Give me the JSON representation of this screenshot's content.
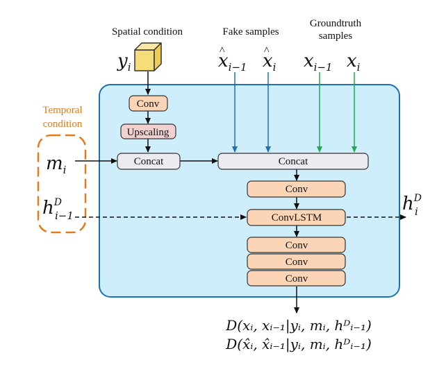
{
  "labels": {
    "spatial_condition": "Spatial condition",
    "fake_samples": "Fake samples",
    "groundtruth_line1": "Groundtruth",
    "groundtruth_line2": "samples",
    "temporal_line1": "Temporal",
    "temporal_line2": "condition"
  },
  "symbols": {
    "y": "y",
    "y_sub": "i",
    "xhat_im1": "x",
    "xhat_im1_sub": "i−1",
    "xhat_i": "x",
    "xhat_i_sub": "i",
    "x_im1": "x",
    "x_im1_sub": "i−1",
    "x_i": "x",
    "x_i_sub": "i",
    "m": "m",
    "m_sub": "i",
    "h": "h",
    "h_sup": "D",
    "h_sub": "i−1",
    "hout": "h",
    "hout_sup": "D",
    "hout_sub": "i"
  },
  "blocks": {
    "conv_top": "Conv",
    "upscaling": "Upscaling",
    "concat_left": "Concat",
    "concat_main": "Concat",
    "conv1": "Conv",
    "convlstm": "ConvLSTM",
    "conv2": "Conv",
    "conv3": "Conv",
    "conv4": "Conv"
  },
  "outputs": {
    "line1": "D(xᵢ, xᵢ₋₁|yᵢ, mᵢ, hᴰᵢ₋₁)",
    "line2": "D(x̂ᵢ, x̂ᵢ₋₁|yᵢ, mᵢ, hᴰᵢ₋₁)"
  },
  "colors": {
    "panel_fill": "#cdeefa",
    "panel_stroke": "#1f6fb5",
    "conv_fill": "#fbd5b5",
    "conv_stroke": "#333333",
    "upscale_fill": "#f2d0d0",
    "concat_fill": "#ecebf2",
    "fake_arrow": "#1f6fb5",
    "gt_arrow": "#1fa84f",
    "temporal": "#e07b1f",
    "cube": "#f7dd7a"
  }
}
